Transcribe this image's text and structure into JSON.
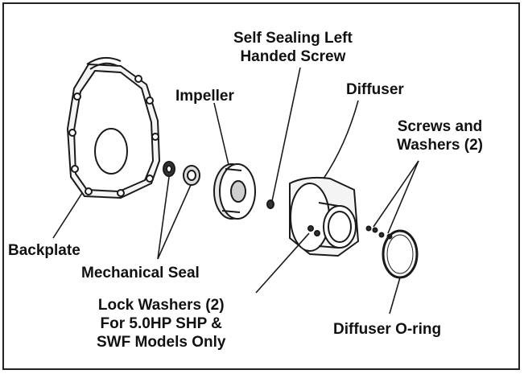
{
  "labels": {
    "self_sealing_screw": [
      "Self Sealing Left",
      "Handed Screw"
    ],
    "impeller": "Impeller",
    "diffuser": "Diffuser",
    "screws_washers": [
      "Screws and",
      "Washers (2)"
    ],
    "backplate": "Backplate",
    "mechanical_seal": "Mechanical Seal",
    "lock_washers": [
      "Lock Washers (2)",
      "For 5.0HP SHP &",
      "SWF Models Only"
    ],
    "diffuser_oring": "Diffuser O-ring"
  },
  "colors": {
    "line": "#1a1a1a",
    "fill": "#ffffff",
    "shade": "#cfcfcf"
  }
}
